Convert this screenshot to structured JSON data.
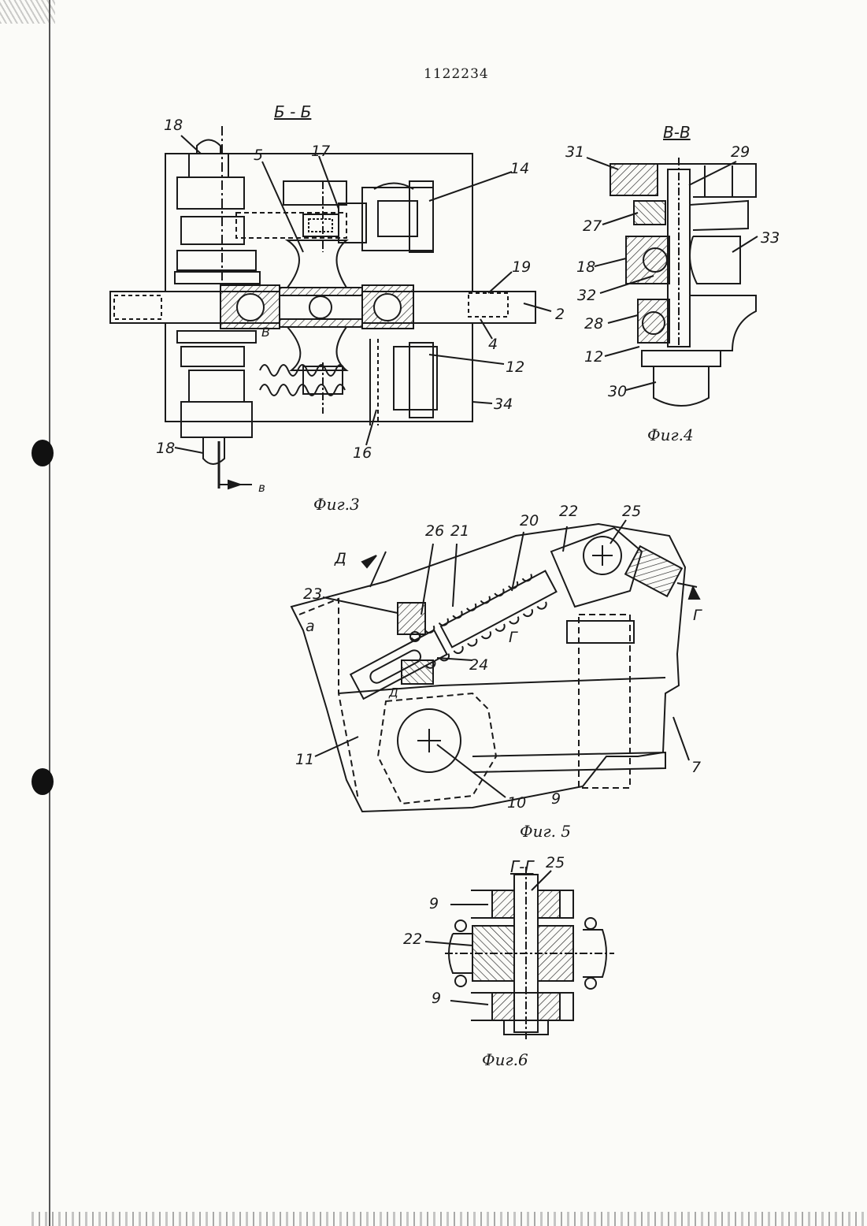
{
  "document": {
    "patent_number": "1122234"
  },
  "fig3": {
    "section": "Б - Б",
    "caption": "Фиг.3",
    "labels": [
      "18",
      "5",
      "17",
      "14",
      "19",
      "2",
      "4",
      "12",
      "34",
      "16",
      "18",
      "В",
      "в"
    ]
  },
  "fig4": {
    "section": "В-В",
    "caption": "Фиг.4",
    "labels": [
      "31",
      "29",
      "27",
      "33",
      "18",
      "32",
      "28",
      "12",
      "30"
    ]
  },
  "fig5": {
    "caption": "Фиг. 5",
    "labels": [
      "26",
      "21",
      "20",
      "22",
      "25",
      "Д",
      "23",
      "а",
      "Г",
      "Г",
      "24",
      "Д",
      "11",
      "10",
      "9",
      "7"
    ]
  },
  "fig6": {
    "section": "Г-Г",
    "caption": "Фиг.6",
    "labels": [
      "25",
      "9",
      "22",
      "9"
    ]
  }
}
